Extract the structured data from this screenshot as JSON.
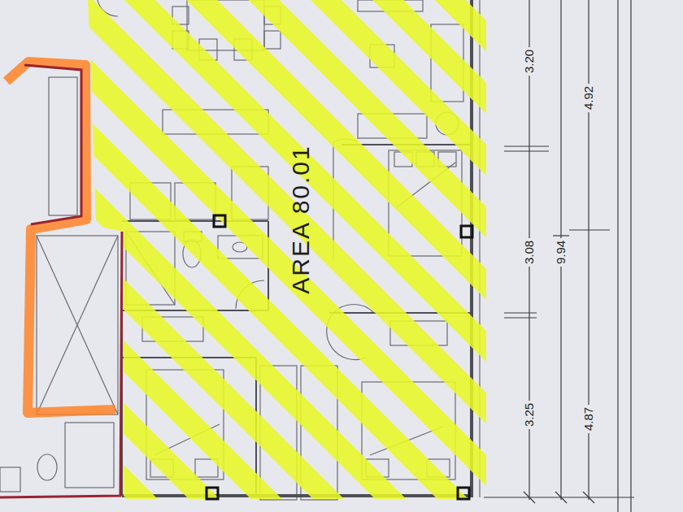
{
  "diagram": {
    "labels": [
      "AREA 80.01",
      "3.20",
      "4.92",
      "3.08",
      "9.94",
      "3.25",
      "4.87"
    ]
  }
}
